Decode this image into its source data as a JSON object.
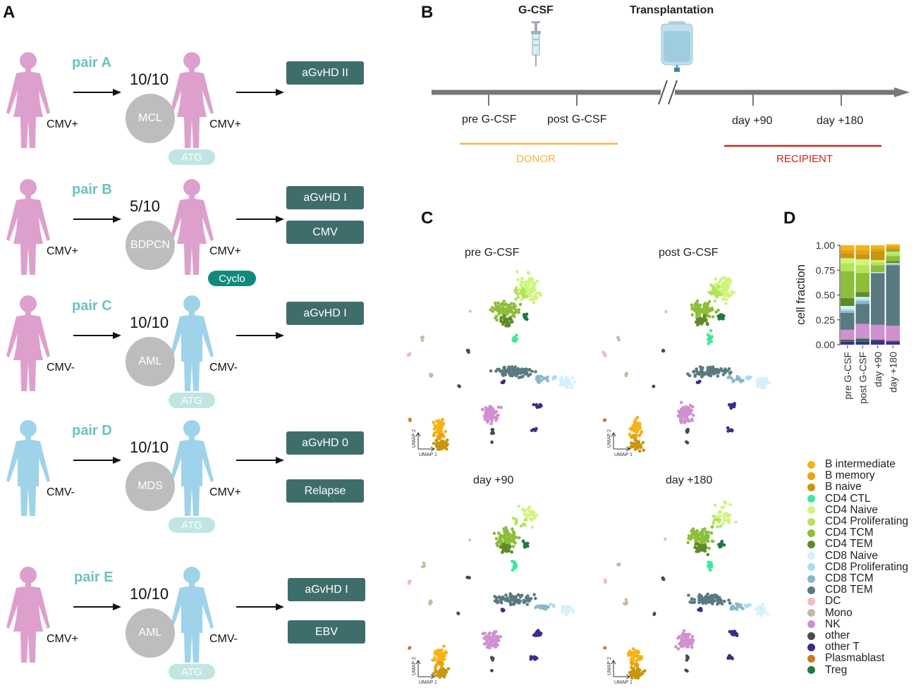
{
  "panels": {
    "a": "A",
    "b": "B",
    "c": "C",
    "d": "D"
  },
  "pairs": [
    {
      "name": "pair A",
      "donor_cmv": "CMV+",
      "hla": "10/10",
      "disease": "MCL",
      "recipient_cmv": "CMV+",
      "conditioning": "ATG",
      "outcomes": [
        "aGvHD II"
      ]
    },
    {
      "name": "pair B",
      "donor_cmv": "CMV+",
      "hla": "5/10",
      "disease": "BDPCN",
      "recipient_cmv": "CMV+",
      "conditioning": "Cyclo",
      "outcomes": [
        "aGvHD I",
        "CMV"
      ]
    },
    {
      "name": "pair C",
      "donor_cmv": "CMV-",
      "hla": "10/10",
      "disease": "AML",
      "recipient_cmv": "CMV-",
      "conditioning": "ATG",
      "outcomes": [
        "aGvHD I"
      ]
    },
    {
      "name": "pair D",
      "donor_cmv": "CMV-",
      "hla": "10/10",
      "disease": "MDS",
      "recipient_cmv": "CMV+",
      "conditioning": "ATG",
      "outcomes": [
        "aGvHD 0",
        "Relapse"
      ]
    },
    {
      "name": "pair E",
      "donor_cmv": "CMV+",
      "hla": "10/10",
      "disease": "AML",
      "recipient_cmv": "CMV-",
      "conditioning": "ATG",
      "outcomes": [
        "aGvHD I",
        "EBV"
      ]
    }
  ],
  "timeline": {
    "gcsf": "G-CSF",
    "transplantation": "Transplantation",
    "timepoints": [
      "pre G-CSF",
      "post G-CSF",
      "day +90",
      "day +180"
    ],
    "donor": "DONOR",
    "recipient": "RECIPIENT",
    "donor_color": "#f2b441",
    "recipient_color": "#c8281f"
  },
  "umap": {
    "titles": [
      "pre G-CSF",
      "post G-CSF",
      "day +90",
      "day +180"
    ],
    "axis_x": "UMAP 1",
    "axis_y": "UMAP 2"
  },
  "legend": [
    {
      "label": "B intermediate",
      "color": "#f5b317"
    },
    {
      "label": "B memory",
      "color": "#e8a20d"
    },
    {
      "label": "B naive",
      "color": "#c9950f"
    },
    {
      "label": "CD4 CTL",
      "color": "#3ee89e"
    },
    {
      "label": "CD4 Naive",
      "color": "#cdf57a"
    },
    {
      "label": "CD4 Proliferating",
      "color": "#b4e45a"
    },
    {
      "label": "CD4 TCM",
      "color": "#8dbd3a"
    },
    {
      "label": "CD4 TEM",
      "color": "#5f8a2a"
    },
    {
      "label": "CD8 Naive",
      "color": "#d3f0fb"
    },
    {
      "label": "CD8 Proliferating",
      "color": "#a9dcef"
    },
    {
      "label": "CD8 TCM",
      "color": "#88b8c8"
    },
    {
      "label": "CD8 TEM",
      "color": "#587a80"
    },
    {
      "label": "DC",
      "color": "#f7b8c0"
    },
    {
      "label": "Mono",
      "color": "#c9b8a2"
    },
    {
      "label": "NK",
      "color": "#cf90cf"
    },
    {
      "label": "other",
      "color": "#4a4a4a"
    },
    {
      "label": "other T",
      "color": "#3a2e8a"
    },
    {
      "label": "Plasmablast",
      "color": "#cc7a20"
    },
    {
      "label": "Treg",
      "color": "#1f7a40"
    }
  ],
  "chart_data": {
    "type": "bar",
    "stacked": true,
    "categories": [
      "pre G-CSF",
      "post G-CSF",
      "day +90",
      "day +180"
    ],
    "ylabel": "cell fraction",
    "ylim": [
      0,
      1
    ],
    "yticks": [
      "0.00",
      "0.25",
      "0.50",
      "0.75",
      "1.00"
    ],
    "series": [
      {
        "name": "other T",
        "color": "#3a2e8a",
        "values": [
          0.03,
          0.03,
          0.04,
          0.03
        ]
      },
      {
        "name": "Treg",
        "color": "#1f7a40",
        "values": [
          0.01,
          0.02,
          0.0,
          0.0
        ]
      },
      {
        "name": "other",
        "color": "#4a4a4a",
        "values": [
          0.01,
          0.01,
          0.01,
          0.01
        ]
      },
      {
        "name": "NK",
        "color": "#cf90cf",
        "values": [
          0.1,
          0.15,
          0.15,
          0.15
        ]
      },
      {
        "name": "CD8 TEM",
        "color": "#587a80",
        "values": [
          0.17,
          0.2,
          0.52,
          0.61
        ]
      },
      {
        "name": "CD8 TCM",
        "color": "#88b8c8",
        "values": [
          0.02,
          0.03,
          0.0,
          0.01
        ]
      },
      {
        "name": "CD8 Proliferating",
        "color": "#a9dcef",
        "values": [
          0.02,
          0.02,
          0.0,
          0.0
        ]
      },
      {
        "name": "CD8 Naive",
        "color": "#d3f0fb",
        "values": [
          0.03,
          0.02,
          0.01,
          0.01
        ]
      },
      {
        "name": "CD4 TEM",
        "color": "#5f8a2a",
        "values": [
          0.08,
          0.05,
          0.0,
          0.02
        ]
      },
      {
        "name": "CD4 TCM",
        "color": "#8dbd3a",
        "values": [
          0.27,
          0.19,
          0.07,
          0.05
        ]
      },
      {
        "name": "CD4 Proliferating",
        "color": "#b4e45a",
        "values": [
          0.08,
          0.08,
          0.03,
          0.03
        ]
      },
      {
        "name": "CD4 Naive",
        "color": "#cdf57a",
        "values": [
          0.05,
          0.06,
          0.02,
          0.01
        ]
      },
      {
        "name": "CD4 CTL",
        "color": "#3ee89e",
        "values": [
          0.0,
          0.0,
          0.0,
          0.01
        ]
      },
      {
        "name": "B naive",
        "color": "#c9950f",
        "values": [
          0.05,
          0.05,
          0.09,
          0.03
        ]
      },
      {
        "name": "B memory",
        "color": "#e8a20d",
        "values": [
          0.03,
          0.04,
          0.03,
          0.02
        ]
      },
      {
        "name": "B intermediate",
        "color": "#f5b317",
        "values": [
          0.05,
          0.05,
          0.03,
          0.02
        ]
      }
    ]
  }
}
